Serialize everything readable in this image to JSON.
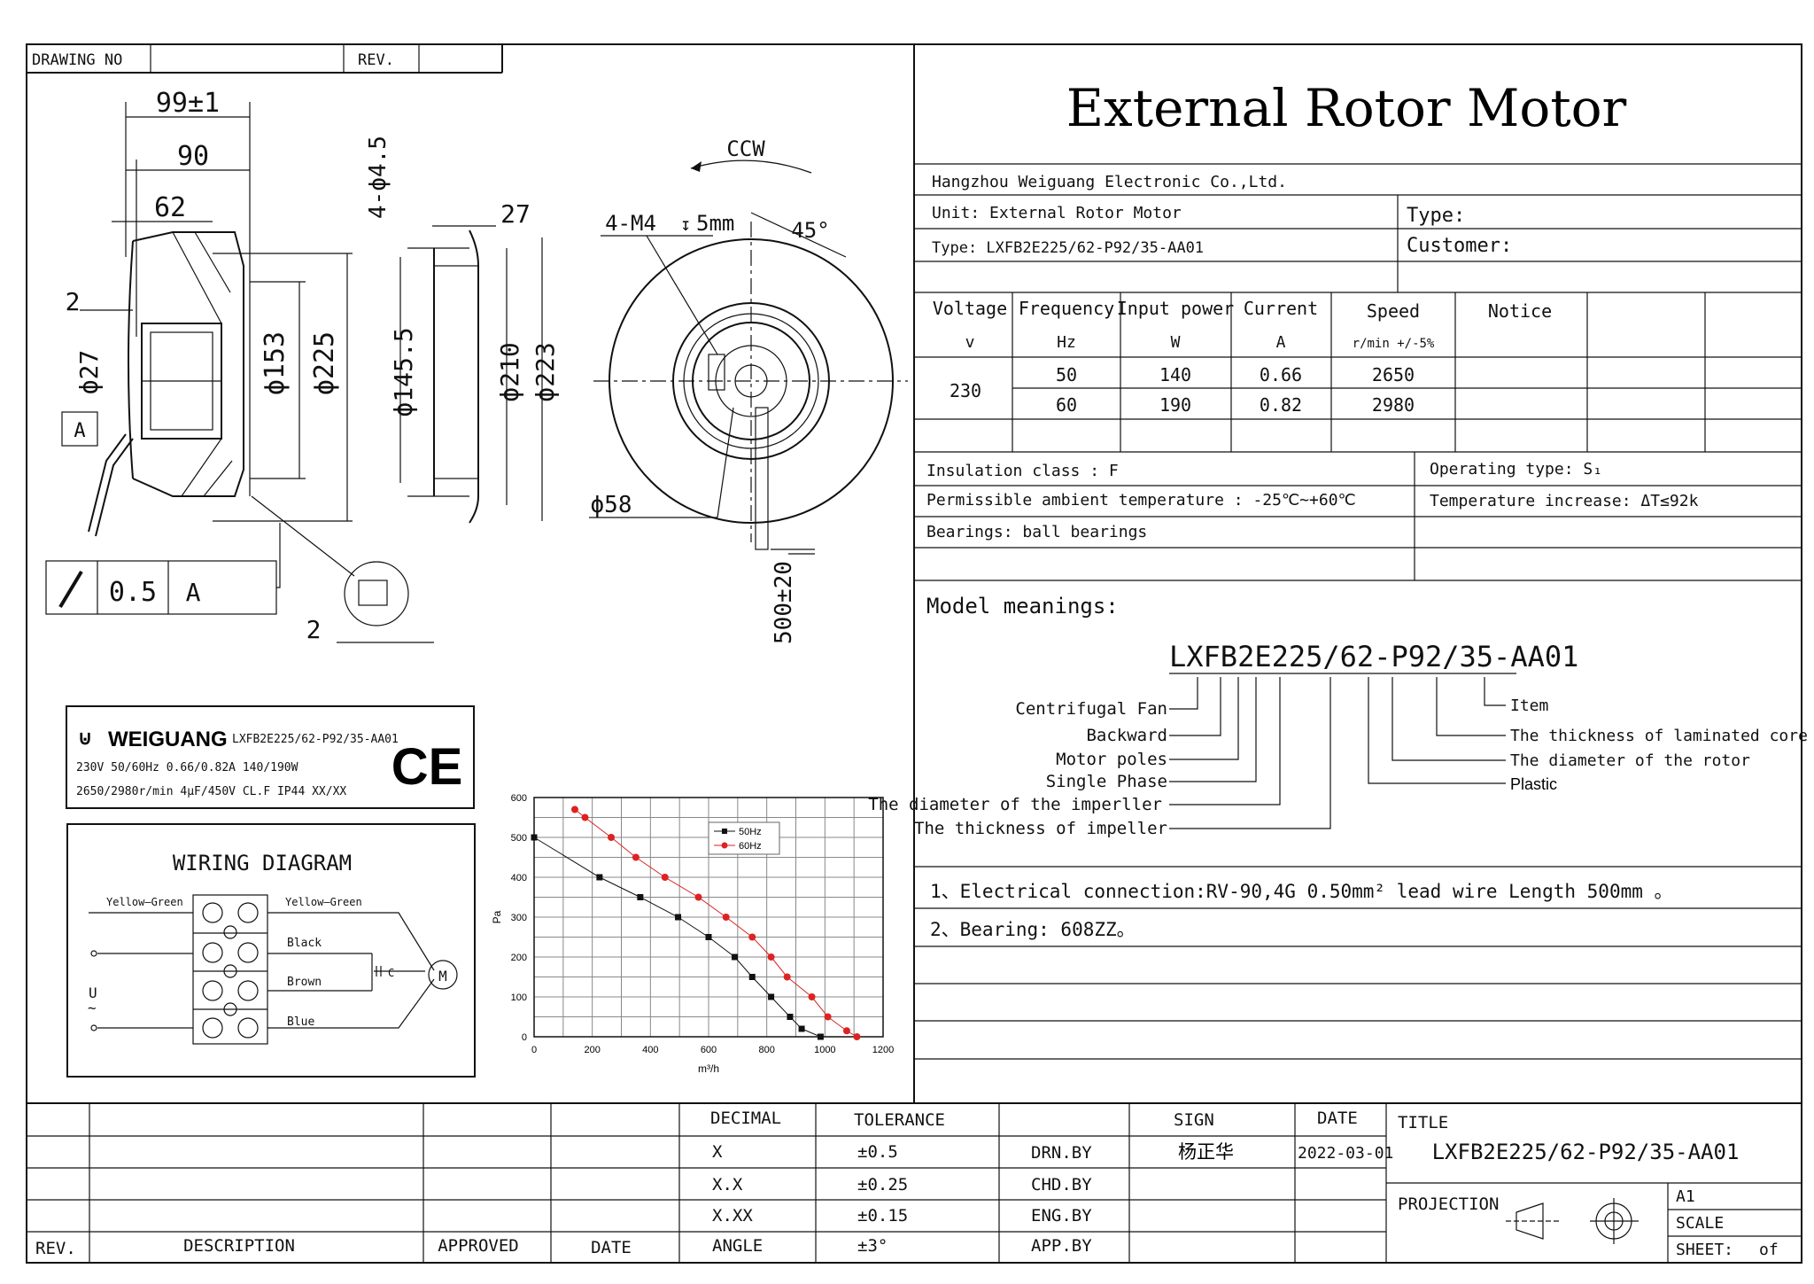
{
  "header": {
    "drawing_no_label": "DRAWING NO",
    "rev_label": "REV."
  },
  "title_block": {
    "main_title": "External Rotor Motor",
    "company": "Hangzhou Weiguang Electronic Co.,Ltd.",
    "unit": "Unit: External Rotor Motor",
    "type_line": "Type: LXFB2E225/62-P92/35-AA01",
    "type_label": "Type:",
    "customer_label": "Customer:"
  },
  "spec_table": {
    "headers": [
      {
        "line1": "Voltage",
        "line2": "v"
      },
      {
        "line1": "Frequency",
        "line2": "Hz"
      },
      {
        "line1": "Input power",
        "line2": "W"
      },
      {
        "line1": "Current",
        "line2": "A"
      },
      {
        "line1": "Speed",
        "line2": "r/min +/-5%"
      },
      {
        "line1": "Notice",
        "line2": ""
      }
    ],
    "voltage": "230",
    "rows": [
      {
        "freq": "50",
        "power": "140",
        "current": "0.66",
        "speed": "2650"
      },
      {
        "freq": "60",
        "power": "190",
        "current": "0.82",
        "speed": "2980"
      }
    ]
  },
  "props": {
    "insulation": "Insulation class : F",
    "ambient": "Permissible ambient temperature : -25℃~+60℃",
    "bearings": "Bearings: ball bearings",
    "operating": "Operating type: S₁",
    "temp_increase": "Temperature increase:  ΔT≤92k"
  },
  "model": {
    "heading": "Model meanings:",
    "code": "LXFB2E225/62-P92/35-AA01",
    "labels_left": [
      "Centrifugal Fan",
      "Backward",
      "Motor poles",
      "Single Phase",
      "The diameter of the imperller",
      "The thickness of impeller"
    ],
    "labels_right": [
      "Item",
      "The thickness of laminated core",
      "The diameter of the rotor",
      "Plastic"
    ]
  },
  "notes": [
    "1、Electrical connection:RV-90,4G 0.50mm² lead wire Length 500mm 。",
    "2、Bearing: 608ZZ。"
  ],
  "dimensions": {
    "d99": "99±1",
    "d90": "90",
    "d62": "62",
    "d2a": "2",
    "d27": "ϕ27",
    "d153": "ϕ153",
    "d225": "ϕ225",
    "d4_45": "4-ϕ4.5",
    "d145": "ϕ145.5",
    "d27b": "27",
    "d210": "ϕ210",
    "d223": "ϕ223",
    "ccw": "CCW",
    "m4": "4-M4",
    "m4depth": "5mm",
    "deg45": "45°",
    "d58": "ϕ58",
    "d500": "500±20",
    "datum": "A",
    "runout": "0.5",
    "d2b": "2"
  },
  "label_plate": {
    "brand": "WEIGUANG",
    "model": "LXFB2E225/62-P92/35-AA01",
    "line1": "230V 50/60Hz  0.66/0.82A  140/190W",
    "line2": "2650/2980r/min  4μF/450V  CL.F  IP44  XX/XX",
    "ce": "CE"
  },
  "wiring": {
    "title": "WIRING  DIAGRAM",
    "yg_left": "Yellow—Green",
    "yg_right": "Yellow—Green",
    "black": "Black",
    "brown": "Brown",
    "blue": "Blue",
    "u": "U",
    "c": "C",
    "m": "M"
  },
  "chart_data": {
    "type": "line",
    "xlabel": "m³/h",
    "ylabel": "Pa",
    "xlim": [
      0,
      1200
    ],
    "ylim": [
      0,
      600
    ],
    "xticks": [
      0,
      200,
      400,
      600,
      800,
      1000,
      1200
    ],
    "yticks": [
      0,
      100,
      200,
      300,
      400,
      500,
      600
    ],
    "grid": true,
    "legend_position": "top-right",
    "series": [
      {
        "name": "50Hz",
        "color": "#111111",
        "marker": "square",
        "x": [
          0,
          225,
          365,
          495,
          600,
          690,
          750,
          815,
          880,
          920,
          985
        ],
        "y": [
          500,
          400,
          350,
          300,
          250,
          200,
          150,
          100,
          50,
          20,
          0
        ]
      },
      {
        "name": "60Hz",
        "color": "#dd2222",
        "marker": "circle",
        "x": [
          140,
          175,
          265,
          350,
          450,
          565,
          660,
          750,
          815,
          870,
          955,
          1010,
          1075,
          1110
        ],
        "y": [
          570,
          550,
          500,
          450,
          400,
          350,
          300,
          250,
          200,
          150,
          100,
          50,
          15,
          0
        ]
      }
    ]
  },
  "footer": {
    "decimal": "DECIMAL",
    "tolerance": "TOLERANCE",
    "sign": "SIGN",
    "date": "DATE",
    "title": "TITLE",
    "rows": [
      {
        "dec": "X",
        "tol": "±0.5",
        "role": "DRN.BY"
      },
      {
        "dec": "X.X",
        "tol": "±0.25",
        "role": "CHD.BY"
      },
      {
        "dec": "X.XX",
        "tol": "±0.15",
        "role": "ENG.BY"
      },
      {
        "dec": "ANGLE",
        "tol": "±3°",
        "role": "APP.BY"
      }
    ],
    "signer": "杨正华",
    "sign_date": "2022-03-01",
    "drawing_title": "LXFB2E225/62-P92/35-AA01",
    "projection": "PROJECTION",
    "size": "A1",
    "scale": "SCALE",
    "sheet": "SHEET:",
    "of": "of",
    "rev": "REV.",
    "description": "DESCRIPTION",
    "approved": "APPROVED",
    "date2": "DATE"
  }
}
